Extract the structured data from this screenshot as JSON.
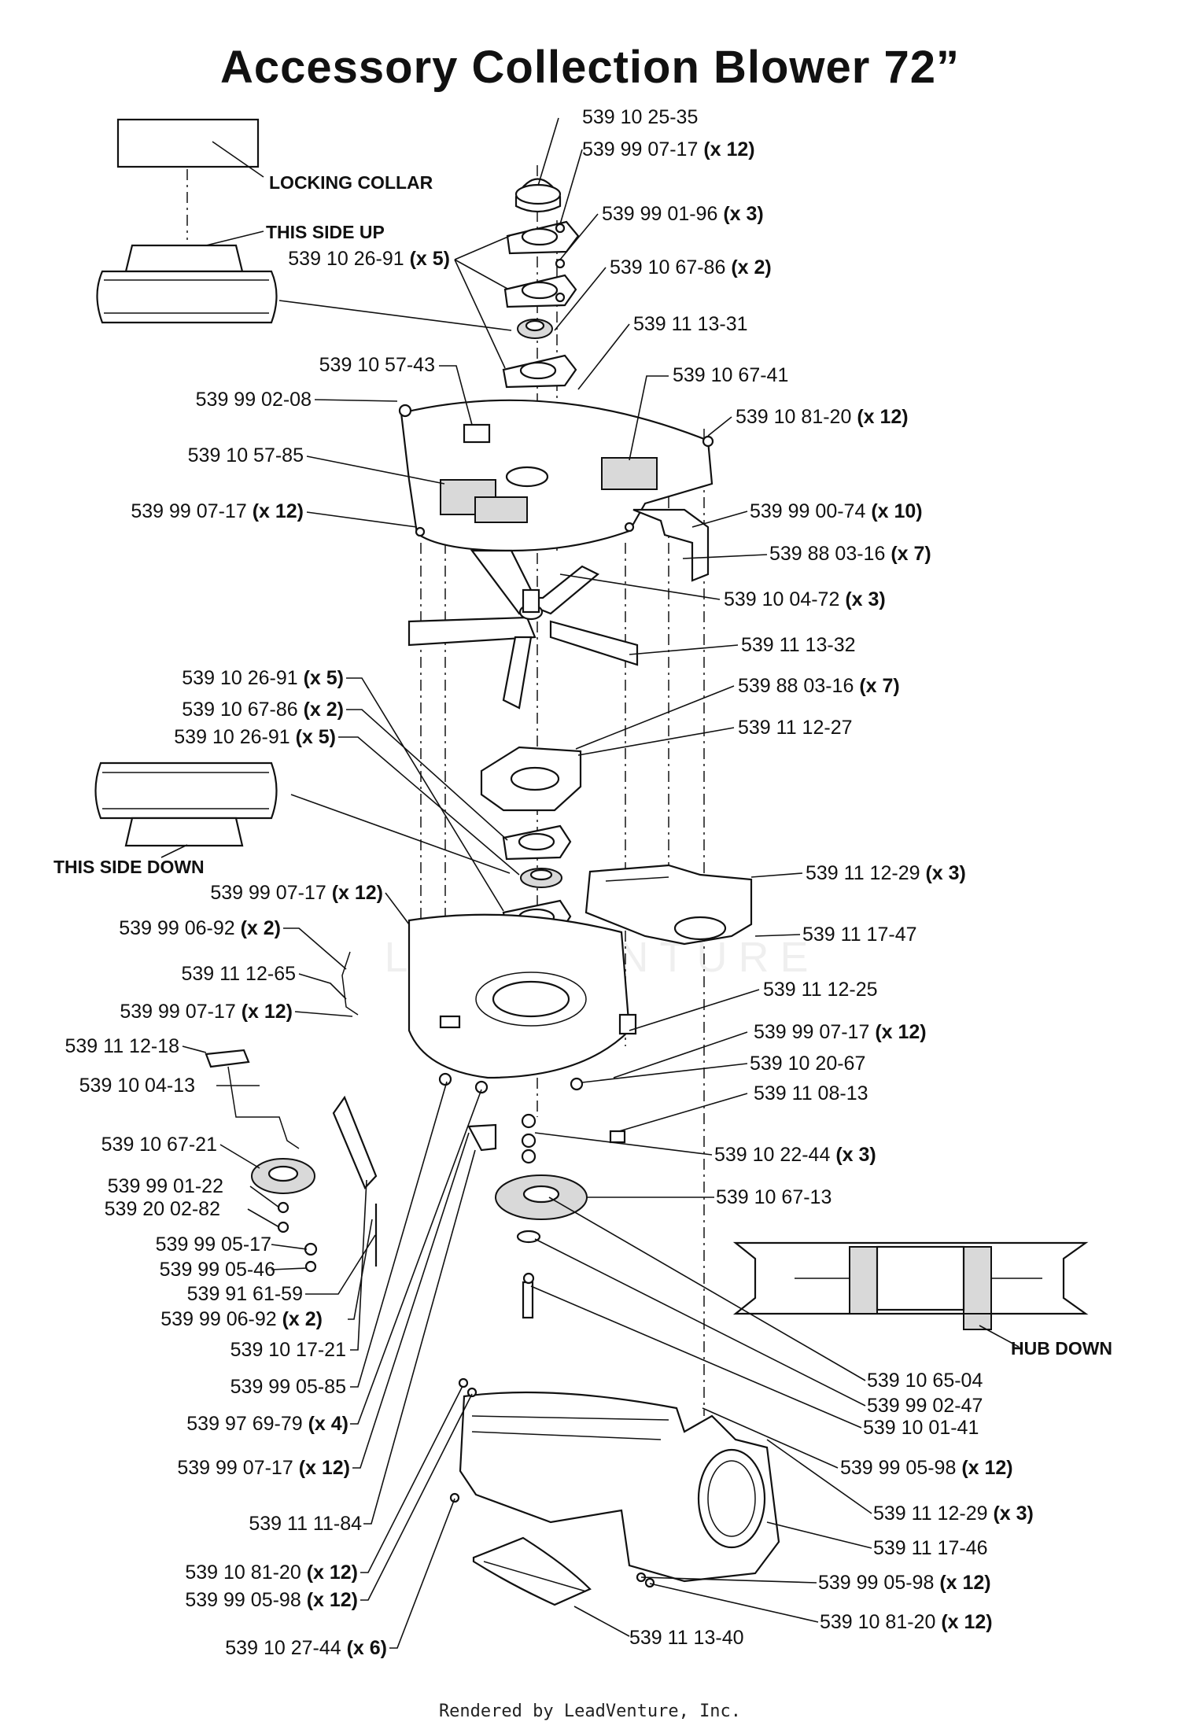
{
  "title": "Accessory Collection Blower 72”",
  "footer": "Rendered by LeadVenture, Inc.",
  "watermark": "LEADVENTURE",
  "notes": [
    {
      "id": "locking-collar",
      "text": "LOCKING COLLAR"
    },
    {
      "id": "this-side-up",
      "text": "THIS SIDE UP"
    },
    {
      "id": "this-side-down",
      "text": "THIS SIDE DOWN"
    },
    {
      "id": "hub-down",
      "text": "HUB DOWN"
    }
  ],
  "parts": [
    {
      "id": "p01",
      "number": "539 10 25-35",
      "qty": ""
    },
    {
      "id": "p02",
      "number": "539 99 07-17",
      "qty": "(x 12)"
    },
    {
      "id": "p03",
      "number": "539 99 01-96",
      "qty": "(x 3)"
    },
    {
      "id": "p04",
      "number": "539 10 26-91",
      "qty": "(x 5)"
    },
    {
      "id": "p05",
      "number": "539 10 67-86",
      "qty": "(x 2)"
    },
    {
      "id": "p06",
      "number": "539 11 13-31",
      "qty": ""
    },
    {
      "id": "p07",
      "number": "539 10 57-43",
      "qty": ""
    },
    {
      "id": "p08",
      "number": "539 10 67-41",
      "qty": ""
    },
    {
      "id": "p09",
      "number": "539 99 02-08",
      "qty": ""
    },
    {
      "id": "p10",
      "number": "539 10 81-20",
      "qty": "(x 12)"
    },
    {
      "id": "p11",
      "number": "539 10 57-85",
      "qty": ""
    },
    {
      "id": "p12",
      "number": "539 99 07-17",
      "qty": "(x 12)"
    },
    {
      "id": "p13",
      "number": "539 99 00-74",
      "qty": "(x 10)"
    },
    {
      "id": "p14",
      "number": "539 88 03-16",
      "qty": "(x 7)"
    },
    {
      "id": "p15",
      "number": "539 10 04-72",
      "qty": "(x 3)"
    },
    {
      "id": "p16",
      "number": "539 11 13-32",
      "qty": ""
    },
    {
      "id": "p17",
      "number": "539 10 26-91",
      "qty": "(x 5)"
    },
    {
      "id": "p18",
      "number": "539 88 03-16",
      "qty": "(x 7)"
    },
    {
      "id": "p19",
      "number": "539 10 67-86",
      "qty": "(x 2)"
    },
    {
      "id": "p20",
      "number": "539 11 12-27",
      "qty": ""
    },
    {
      "id": "p21",
      "number": "539 10 26-91",
      "qty": "(x 5)"
    },
    {
      "id": "p22",
      "number": "539 11 12-29",
      "qty": "(x 3)"
    },
    {
      "id": "p23",
      "number": "539 99 07-17",
      "qty": "(x 12)"
    },
    {
      "id": "p24",
      "number": "539 11 17-47",
      "qty": ""
    },
    {
      "id": "p25",
      "number": "539 99 06-92",
      "qty": "(x 2)"
    },
    {
      "id": "p26",
      "number": "539 11 12-65",
      "qty": ""
    },
    {
      "id": "p27",
      "number": "539 11 12-25",
      "qty": ""
    },
    {
      "id": "p28",
      "number": "539 99 07-17",
      "qty": "(x 12)"
    },
    {
      "id": "p29",
      "number": "539 99 07-17",
      "qty": "(x 12)"
    },
    {
      "id": "p30",
      "number": "539 11 12-18",
      "qty": ""
    },
    {
      "id": "p31",
      "number": "539 10 20-67",
      "qty": ""
    },
    {
      "id": "p32",
      "number": "539 10 04-13",
      "qty": ""
    },
    {
      "id": "p33",
      "number": "539 11 08-13",
      "qty": ""
    },
    {
      "id": "p34",
      "number": "539 10 67-21",
      "qty": ""
    },
    {
      "id": "p35",
      "number": "539 10 22-44",
      "qty": "(x 3)"
    },
    {
      "id": "p36",
      "number": "539 99 01-22",
      "qty": ""
    },
    {
      "id": "p37",
      "number": "539 10 67-13",
      "qty": ""
    },
    {
      "id": "p38",
      "number": "539 20 02-82",
      "qty": ""
    },
    {
      "id": "p39",
      "number": "539 99 05-17",
      "qty": ""
    },
    {
      "id": "p40",
      "number": "539 99 05-46",
      "qty": ""
    },
    {
      "id": "p41",
      "number": "539 91 61-59",
      "qty": ""
    },
    {
      "id": "p42",
      "number": "539 99 06-92",
      "qty": "(x 2)"
    },
    {
      "id": "p43",
      "number": "539 10 17-21",
      "qty": ""
    },
    {
      "id": "p44",
      "number": "539 10 65-04",
      "qty": ""
    },
    {
      "id": "p45",
      "number": "539 99 05-85",
      "qty": ""
    },
    {
      "id": "p46",
      "number": "539 99 02-47",
      "qty": ""
    },
    {
      "id": "p47",
      "number": "539 97 69-79",
      "qty": "(x 4)"
    },
    {
      "id": "p48",
      "number": "539 10 01-41",
      "qty": ""
    },
    {
      "id": "p49",
      "number": "539 99 05-98",
      "qty": "(x 12)"
    },
    {
      "id": "p50",
      "number": "539 99 07-17",
      "qty": "(x 12)"
    },
    {
      "id": "p51",
      "number": "539 11 12-29",
      "qty": "(x 3)"
    },
    {
      "id": "p52",
      "number": "539 11 11-84",
      "qty": ""
    },
    {
      "id": "p53",
      "number": "539 11 17-46",
      "qty": ""
    },
    {
      "id": "p54",
      "number": "539 10 81-20",
      "qty": "(x 12)"
    },
    {
      "id": "p55",
      "number": "539 99 05-98",
      "qty": "(x 12)"
    },
    {
      "id": "p56",
      "number": "539 99 05-98",
      "qty": "(x 12)"
    },
    {
      "id": "p57",
      "number": "539 10 81-20",
      "qty": "(x 12)"
    },
    {
      "id": "p58",
      "number": "539 11 13-40",
      "qty": ""
    },
    {
      "id": "p59",
      "number": "539 10 27-44",
      "qty": "(x 6)"
    }
  ]
}
